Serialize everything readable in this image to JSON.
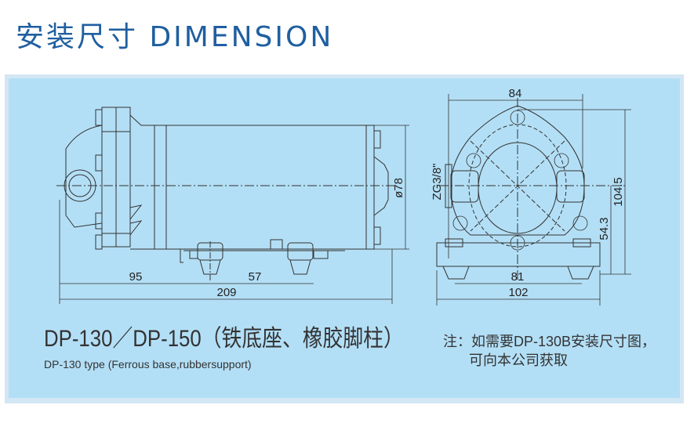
{
  "header": {
    "title": "安装尺寸 DIMENSION"
  },
  "drawing": {
    "side_view": {
      "dim_a": "95",
      "dim_b": "57",
      "dim_total": "209",
      "dim_diameter": "ø78"
    },
    "front_view": {
      "dim_top": "84",
      "dim_height": "104.5",
      "dim_center": "54.3",
      "dim_feet": "81",
      "dim_base": "102",
      "thread": "ZG3/8\""
    }
  },
  "caption": {
    "model": "DP-130／DP-150（铁底座、橡胶脚柱）",
    "model_en": "DP-130 type (Ferrous   base,rubbersupport)",
    "note_line1": "注：如需要DP-130B安装尺寸图，",
    "note_line2": "可向本公司获取"
  },
  "colors": {
    "title": "#1f5fa0",
    "panel": "#b3dff6",
    "line": "#333333"
  }
}
